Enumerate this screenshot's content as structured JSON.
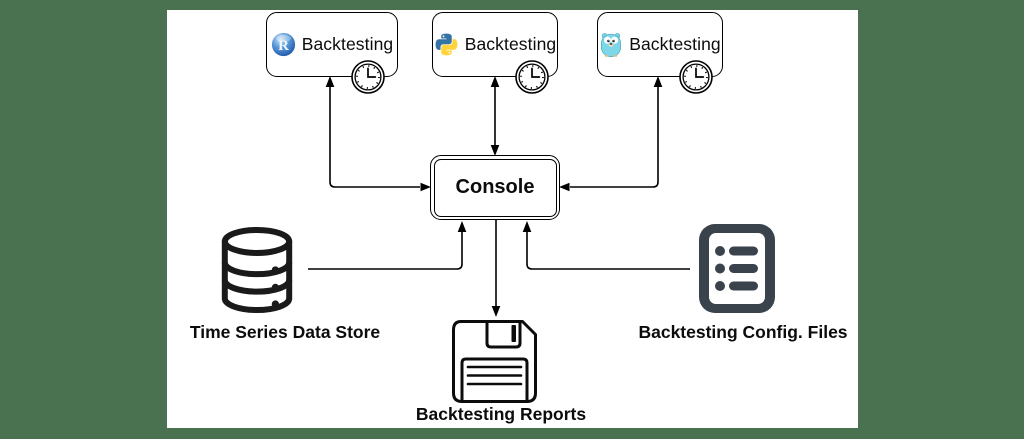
{
  "diagram_title": "",
  "colors": {
    "background": "#4A7150",
    "canvas": "#FFFFFF",
    "stroke": "#000000",
    "config_icon_dark": "#3A424C",
    "python_blue": "#3673A5",
    "python_yellow": "#FFD43B",
    "r_logo_blue": "#2368BE",
    "gopher_blue": "#7CD7E8"
  },
  "nodes": {
    "backtesting_r": {
      "label": "Backtesting",
      "icon": "r-language-logo",
      "badge": "clock-icon"
    },
    "backtesting_python": {
      "label": "Backtesting",
      "icon": "python-logo",
      "badge": "clock-icon"
    },
    "backtesting_go": {
      "label": "Backtesting",
      "icon": "go-gopher-logo",
      "badge": "clock-icon"
    },
    "console": {
      "label": "Console"
    },
    "data_store": {
      "label": "Time Series Data Store",
      "icon": "database-cylinder"
    },
    "config_files": {
      "label": "Backtesting Config. Files",
      "icon": "config-list-document"
    },
    "reports": {
      "label": "Backtesting Reports",
      "icon": "floppy-disk"
    }
  },
  "edges": [
    {
      "from": "backtesting_r",
      "to": "console",
      "direction": "bidirectional"
    },
    {
      "from": "backtesting_python",
      "to": "console",
      "direction": "bidirectional"
    },
    {
      "from": "backtesting_go",
      "to": "console",
      "direction": "bidirectional"
    },
    {
      "from": "data_store",
      "to": "console",
      "direction": "one-way"
    },
    {
      "from": "config_files",
      "to": "console",
      "direction": "one-way"
    },
    {
      "from": "console",
      "to": "reports",
      "direction": "one-way"
    }
  ]
}
